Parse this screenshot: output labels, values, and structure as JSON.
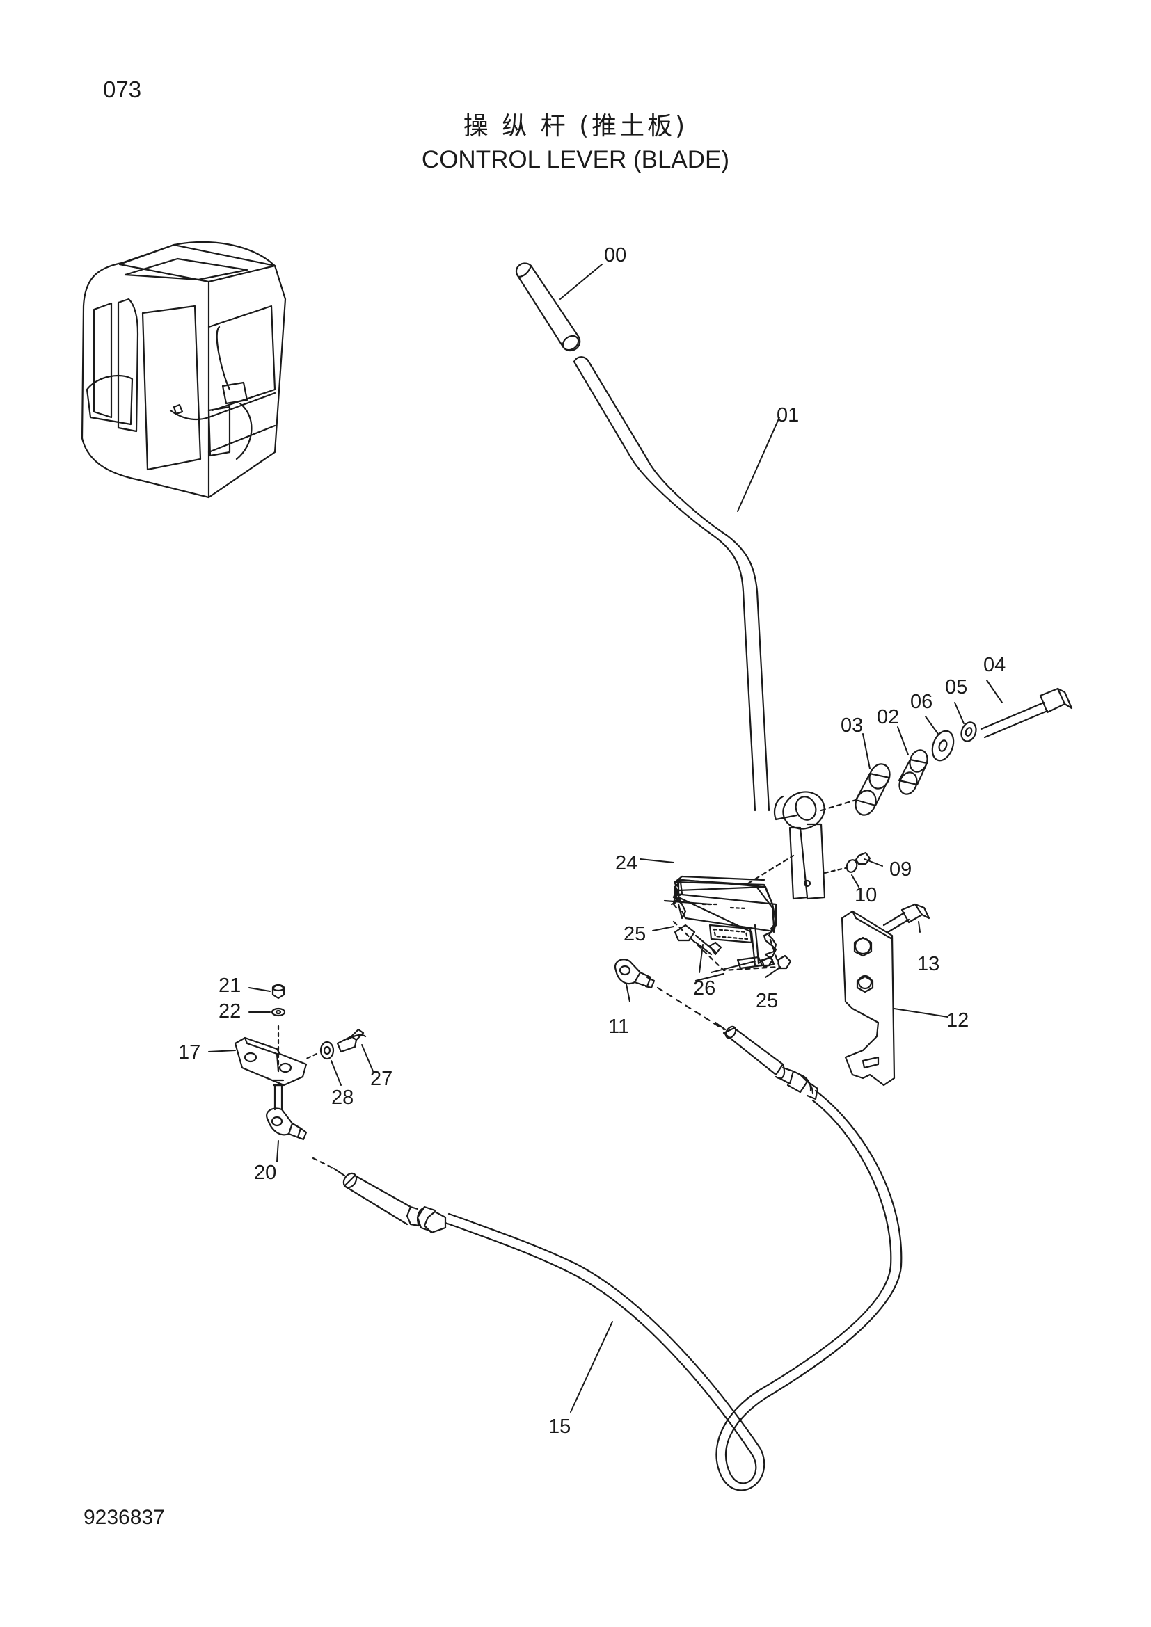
{
  "header": {
    "page_number": "073",
    "title_cn": "操 纵 杆 (推土板)",
    "title_en": "CONTROL LEVER (BLADE)"
  },
  "footer": {
    "drawing_number": "9236837"
  },
  "parts": [
    {
      "id": "00"
    },
    {
      "id": "01"
    },
    {
      "id": "02"
    },
    {
      "id": "03"
    },
    {
      "id": "04"
    },
    {
      "id": "05"
    },
    {
      "id": "06"
    },
    {
      "id": "09"
    },
    {
      "id": "10"
    },
    {
      "id": "11"
    },
    {
      "id": "12"
    },
    {
      "id": "13"
    },
    {
      "id": "15"
    },
    {
      "id": "17"
    },
    {
      "id": "20"
    },
    {
      "id": "21"
    },
    {
      "id": "22"
    },
    {
      "id": "24"
    },
    {
      "id": "25"
    },
    {
      "id": "25"
    },
    {
      "id": "26"
    },
    {
      "id": "27"
    },
    {
      "id": "28"
    }
  ]
}
